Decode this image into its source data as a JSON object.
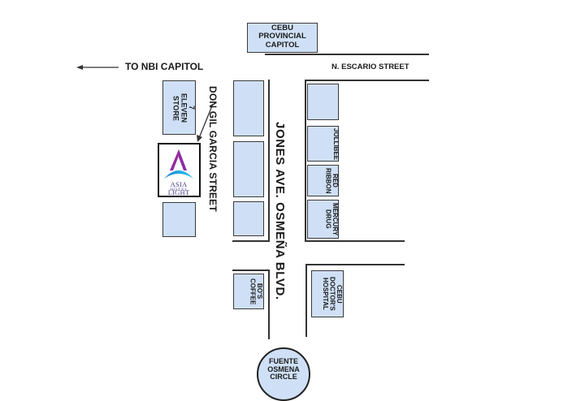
{
  "map": {
    "landmarks": {
      "capitol": "CEBU\nPROVINCIAL\nCAPITOL",
      "seven_eleven": "7\nELEVEN\nSTORE",
      "jollibee": "JOLLIBEE",
      "red_ribbon": "RED\nRIBBON",
      "mercury_drug": "MERCURY\nDRUG",
      "bos_coffee": "BO'S\nCOFFEE",
      "doctors_hospital": "CEBU\nDOCTOR'S\nHOSPITAL",
      "fuente_circle": "FUENTE\nOSMENA\nCIRCLE"
    },
    "streets": {
      "nbi_direction": "TO NBI CAPITOL",
      "escario": "N. ESCARIO STREET",
      "don_gil_garcia": "DON GIL GARCIA STREET",
      "jones_ave": "JONES AVE. OSMEÑA BLVD."
    },
    "hotel_logo": {
      "name": "ASIA LIGHT",
      "tagline": "H O T E L",
      "colors": {
        "magenta": "#c0238a",
        "purple": "#6a2fb0",
        "blue": "#1e88d6",
        "cyan": "#27c4e8"
      }
    },
    "colors": {
      "block_fill": "#cfe0f6",
      "line": "#333333"
    }
  }
}
